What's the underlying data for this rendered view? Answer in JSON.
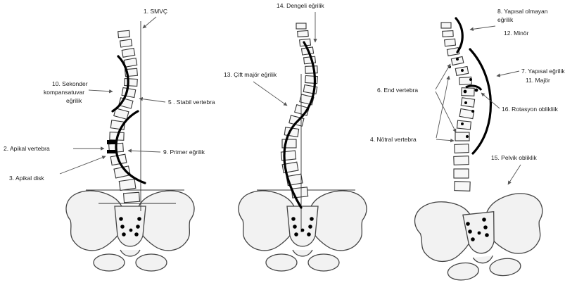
{
  "panel_1": {
    "labels": {
      "smvc": "1. SMVÇ",
      "sekonder_1": "10. Sekonder",
      "sekonder_2": "kompansatuvar",
      "sekonder_3": "eğrilik",
      "stabil": "5 . Stabil vertebra",
      "apikal_vertebra": "2. Apikal vertebra",
      "primer": "9. Primer eğrilik",
      "apikal_disk": "3. Apikal disk"
    }
  },
  "panel_2": {
    "labels": {
      "dengeli": "14. Dengeli eğrilik",
      "cift_major": "13. Çift majör eğrilik"
    }
  },
  "panel_3": {
    "labels": {
      "yapisal_olmayan_1": "8. Yapısal olmayan",
      "yapisal_olmayan_2": "eğrilik",
      "minor": "12. Minör",
      "yapisal": "7. Yapısal eğrilik",
      "major": "11. Majör",
      "end_vertebra": "6. End vertebra",
      "rotasyon": "16. Rotasyon oblikliik",
      "notral": "4. Nötral vertebra",
      "pelvik": "15. Pelvik obliklik"
    }
  }
}
